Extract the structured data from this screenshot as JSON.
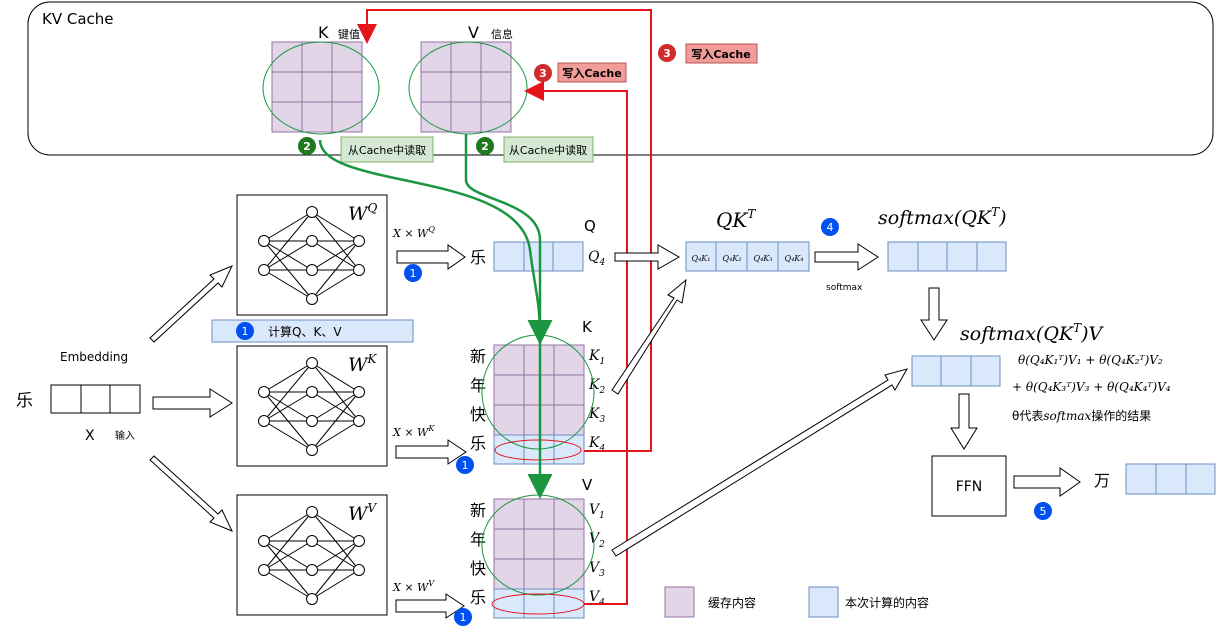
{
  "kv_cache": {
    "title": "KV Cache",
    "k_label": "K",
    "k_sub": "键值",
    "v_label": "V",
    "v_sub": "信息",
    "step3_badge": "3",
    "write_cache_1": "写入Cache",
    "write_cache_2": "写入Cache",
    "step2_badge": "2",
    "read_cache_1": "从Cache中读取",
    "read_cache_2": "从Cache中读取"
  },
  "input": {
    "char": "乐",
    "embedding": "Embedding",
    "x_label": "X",
    "x_sub": "输入"
  },
  "networks": {
    "wq_w": "W",
    "wq_sup": "Q",
    "wk_w": "W",
    "wk_sup": "K",
    "wv_w": "W",
    "wv_sup": "V"
  },
  "compute_label": "计算Q、K、V",
  "step1_badge": "1",
  "ops": {
    "xwq": "X × W",
    "xwq_sup": "Q",
    "xwk": "X × W",
    "xwk_sup": "K",
    "xwv": "X × W",
    "xwv_sup": "V"
  },
  "q_block": {
    "title": "Q",
    "char": "乐",
    "label": "Q",
    "label_sub": "4"
  },
  "k_block": {
    "title": "K",
    "chars": [
      "新",
      "年",
      "快",
      "乐"
    ],
    "labels": [
      "K",
      "K",
      "K",
      "K"
    ],
    "subs": [
      "1",
      "2",
      "3",
      "4"
    ]
  },
  "v_block": {
    "title": "V",
    "chars": [
      "新",
      "年",
      "快",
      "乐"
    ],
    "labels": [
      "V",
      "V",
      "V",
      "V"
    ],
    "subs": [
      "1",
      "2",
      "3",
      "4"
    ]
  },
  "qk": {
    "title": "QK",
    "title_sup": "T",
    "cells": [
      "Q₄K₁",
      "Q₄K₂",
      "Q₄K₃",
      "Q₄K₄"
    ]
  },
  "step4_badge": "4",
  "softmax_small": "softmax",
  "softmax_title": "softmax(QK",
  "softmax_title_sup": "T",
  "softmax_title_end": ")",
  "softmax_v_title": "softmax(QK",
  "softmax_v_sup": "T",
  "softmax_v_end": ")V",
  "formula_line1": "θ(Q₄K₁ᵀ)V₁ + θ(Q₄K₂ᵀ)V₂",
  "formula_line2": "+ θ(Q₄K₃ᵀ)V₃ + θ(Q₄K₄ᵀ)V₄",
  "formula_line3_theta": "θ代表",
  "formula_line3_softmax": "softmax",
  "formula_line3_end": "操作的结果",
  "ffn_label": "FFN",
  "output_char": "万",
  "step5_badge": "5",
  "legend": {
    "cached": "缓存内容",
    "current": "本次计算的内容"
  },
  "colors": {
    "cached": "#e1d5e7",
    "cached_stroke": "#9673a6",
    "current": "#dae8fc",
    "current_stroke": "#6c8ebf",
    "red": "#e3141b",
    "green": "#1a9641",
    "badge_blue": "#0050ef",
    "badge_red": "#d12b2b",
    "badge_green": "#1f7a1f"
  }
}
